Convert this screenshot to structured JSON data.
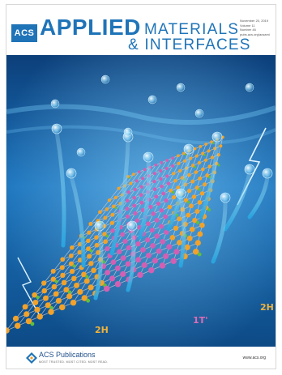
{
  "masthead": {
    "acs_badge": "ACS",
    "title_line1": "APPLIED",
    "title_line2": "MATERIALS",
    "title_line3": "& INTERFACES",
    "issue": {
      "date": "November 20, 2019",
      "volume": "Volume 11",
      "number": "Number 46",
      "links": "pubs.acs.org/acsami"
    }
  },
  "artwork": {
    "labels": {
      "phase_left": "2H",
      "phase_middle": "1T'",
      "phase_right": "2H"
    },
    "colors": {
      "ocean": "#1f7fc4",
      "atom_orange": "#f2a22a",
      "atom_magenta": "#d35fb3",
      "atom_green": "#5fbf3f",
      "bond_grey": "#c8c8c8",
      "bubble_stream": "#4fd0f0"
    }
  },
  "footer": {
    "publisher": "ACS Publications",
    "tagline": "MOST TRUSTED. MOST CITED. MOST READ.",
    "url": "www.acs.org"
  }
}
